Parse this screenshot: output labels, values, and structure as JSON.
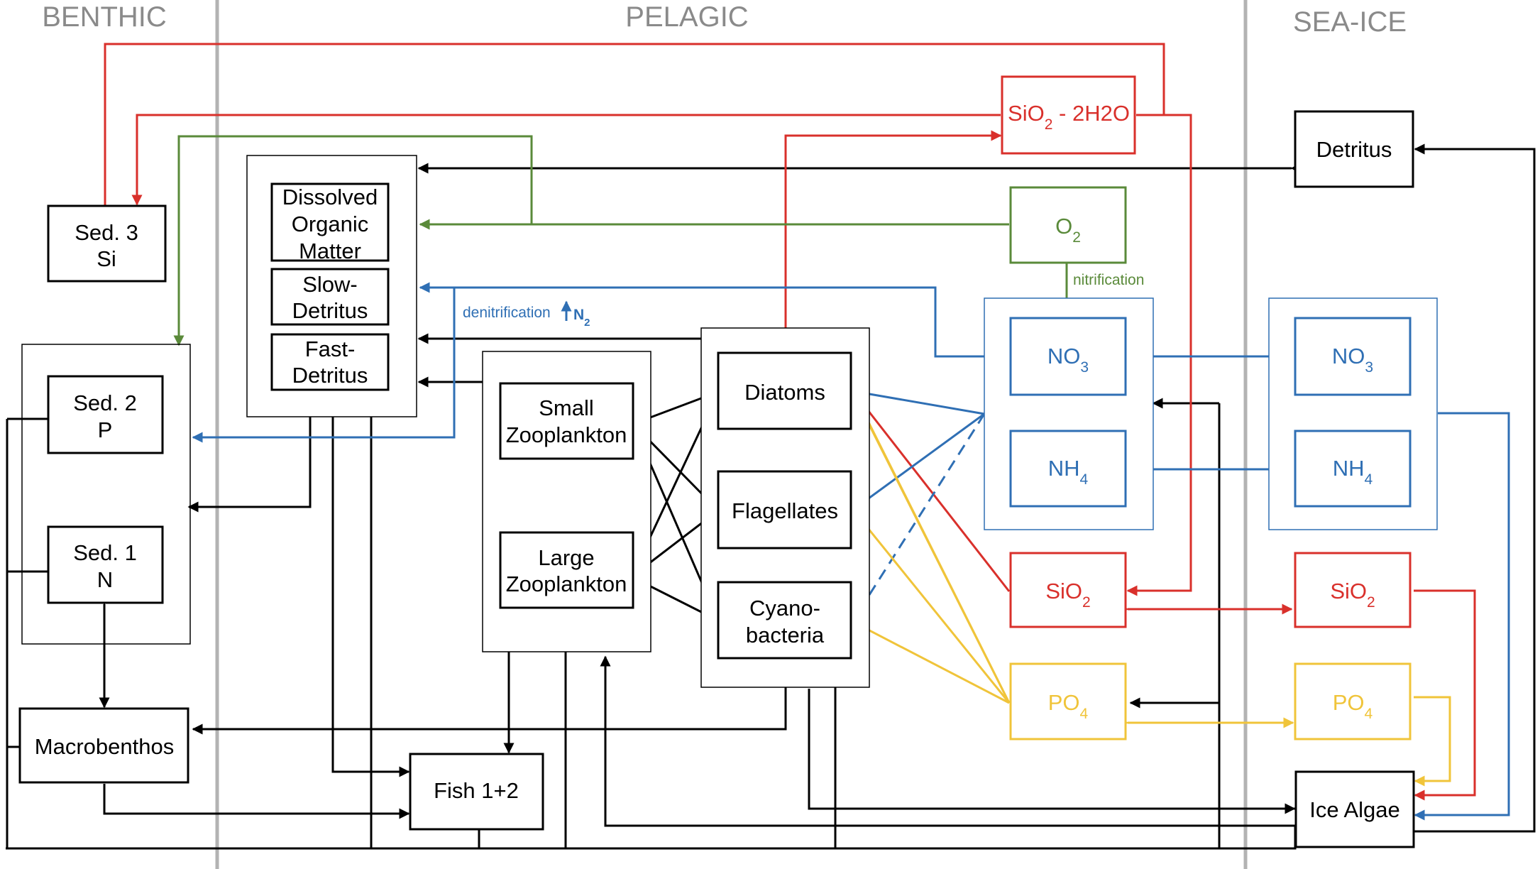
{
  "zones": {
    "benthic": "BENTHIC",
    "pelagic": "PELAGIC",
    "sea_ice": "SEA-ICE"
  },
  "colors": {
    "black": "#000000",
    "red": "#d9302b",
    "green": "#5a8a3a",
    "blue": "#2f6fb4",
    "yellow": "#f0c43a",
    "divider": "#b3b3b3",
    "zone_text": "#8a8a8a"
  },
  "nodes": {
    "sed3": [
      "Sed. 3",
      "Si"
    ],
    "sed2": [
      "Sed. 2",
      "P"
    ],
    "sed1": [
      "Sed. 1",
      "N"
    ],
    "macrobenthos": "Macrobenthos",
    "dom": [
      "Dissolved",
      "Organic",
      "Matter"
    ],
    "slow_detritus": [
      "Slow-",
      "Detritus"
    ],
    "fast_detritus": [
      "Fast-",
      "Detritus"
    ],
    "small_zoo": [
      "Small",
      "Zooplankton"
    ],
    "large_zoo": [
      "Large",
      "Zooplankton"
    ],
    "fish": "Fish 1+2",
    "diatoms": "Diatoms",
    "flagellates": "Flagellates",
    "cyano": [
      "Cyano-",
      "bacteria"
    ],
    "sio2_2h2o": {
      "pre": "SiO",
      "sub": "2",
      "post": " - 2H2O"
    },
    "o2": {
      "pre": "O",
      "sub": "2"
    },
    "no3": {
      "pre": "NO",
      "sub": "3"
    },
    "nh4": {
      "pre": "NH",
      "sub": "4"
    },
    "sio2": {
      "pre": "SiO",
      "sub": "2"
    },
    "po4": {
      "pre": "PO",
      "sub": "4"
    },
    "ice_detritus": "Detritus",
    "ice_no3": {
      "pre": "NO",
      "sub": "3"
    },
    "ice_nh4": {
      "pre": "NH",
      "sub": "4"
    },
    "ice_sio2": {
      "pre": "SiO",
      "sub": "2"
    },
    "ice_po4": {
      "pre": "PO",
      "sub": "4"
    },
    "ice_algae": "Ice Algae"
  },
  "annotations": {
    "nitrification": "nitrification",
    "denitrification": "denitrification",
    "n2": {
      "pre": "N",
      "sub": "2"
    }
  }
}
